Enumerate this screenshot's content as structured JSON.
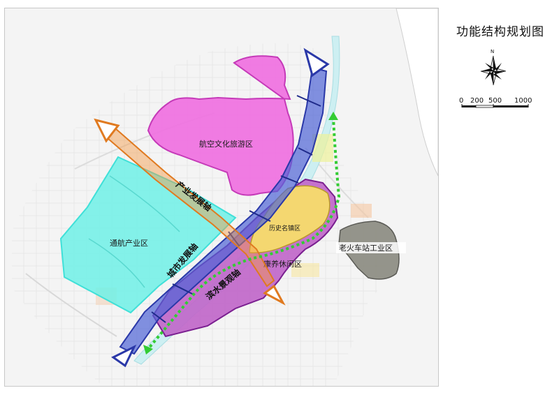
{
  "legend": {
    "title": "功能结构规划图",
    "north_label": "N",
    "scale_labels": [
      "0",
      "200",
      "500",
      "1000"
    ]
  },
  "zones": {
    "aviation_culture": "航空文化旅游区",
    "general_aviation": "通航产业区",
    "historic_town": "历史名镇区",
    "wellness_leisure": "康养休闲区",
    "old_station_industry": "老火车站工业区"
  },
  "axes": {
    "industry": "产业发展轴",
    "city": "城市发展轴",
    "waterfront": "滨水景观轴"
  },
  "colors": {
    "aviation_culture": "#f06ee0",
    "general_aviation": "#6ff0e6",
    "historic_town": "#f7dc6a",
    "wellness_leisure": "#c065c9",
    "old_station": "#8a8a80",
    "city_axis": "#4f64d6",
    "industry_axis": "#f39a45",
    "waterfront_axis": "#33cc33"
  }
}
